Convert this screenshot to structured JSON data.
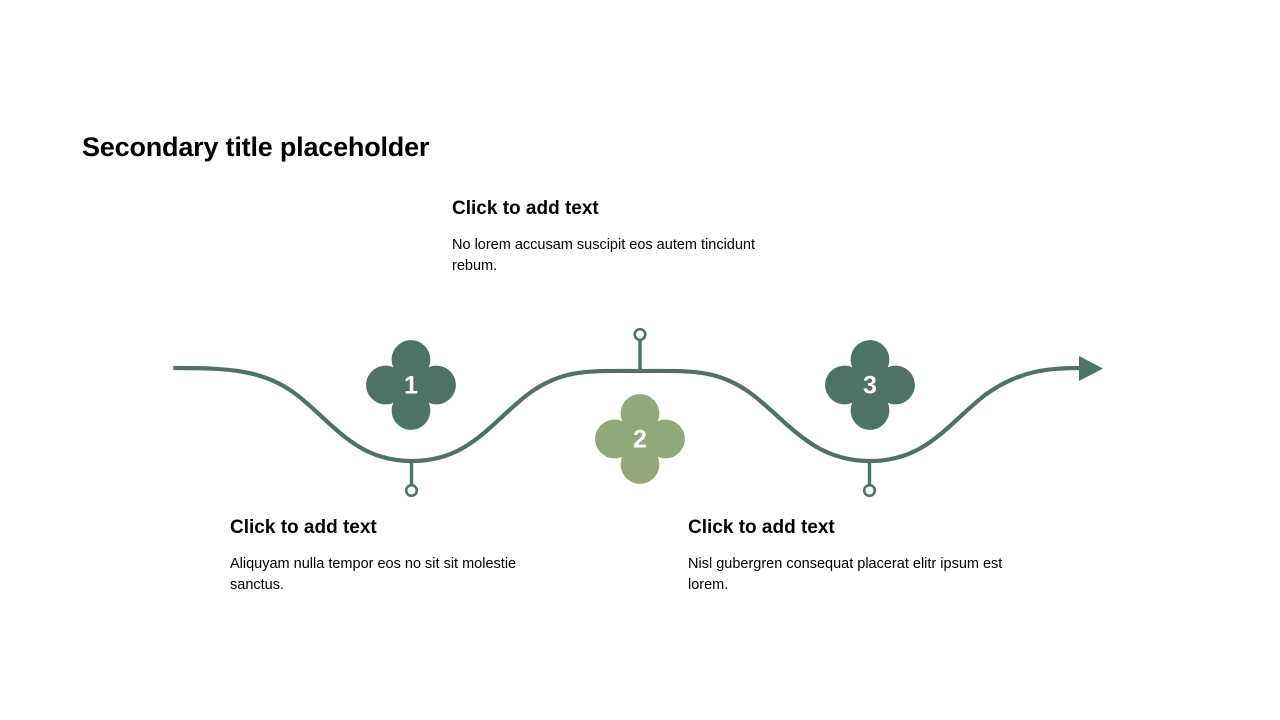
{
  "slide": {
    "title": "Secondary title placeholder",
    "background_color": "#ffffff"
  },
  "theme": {
    "accent_dark": "#4f7266",
    "accent_light": "#92a878",
    "line_color": "#4f7266",
    "text_color": "#000000",
    "node_number_color": "#ffffff"
  },
  "diagram": {
    "type": "wave-timeline",
    "direction": "left-to-right",
    "arrow_icon": "arrow-right-icon",
    "nodes": [
      {
        "number": "1",
        "shape": "quatrefoil",
        "color": "#4f7266",
        "position": "above-trough",
        "connector": "stem-down-with-circle"
      },
      {
        "number": "2",
        "shape": "quatrefoil",
        "color": "#92a878",
        "position": "below-crest",
        "connector": "stem-up-with-circle"
      },
      {
        "number": "3",
        "shape": "quatrefoil",
        "color": "#4f7266",
        "position": "above-trough",
        "connector": "stem-down-with-circle"
      }
    ]
  },
  "text_blocks": [
    {
      "id": "top",
      "heading": "Click to add text",
      "body": "No lorem accusam suscipit eos autem tincidunt rebum."
    },
    {
      "id": "left",
      "heading": "Click to add text",
      "body": "Aliquyam nulla tempor eos no sit sit molestie sanctus."
    },
    {
      "id": "right",
      "heading": "Click to add text",
      "body": "Nisl gubergren consequat placerat elitr ipsum est lorem."
    }
  ]
}
